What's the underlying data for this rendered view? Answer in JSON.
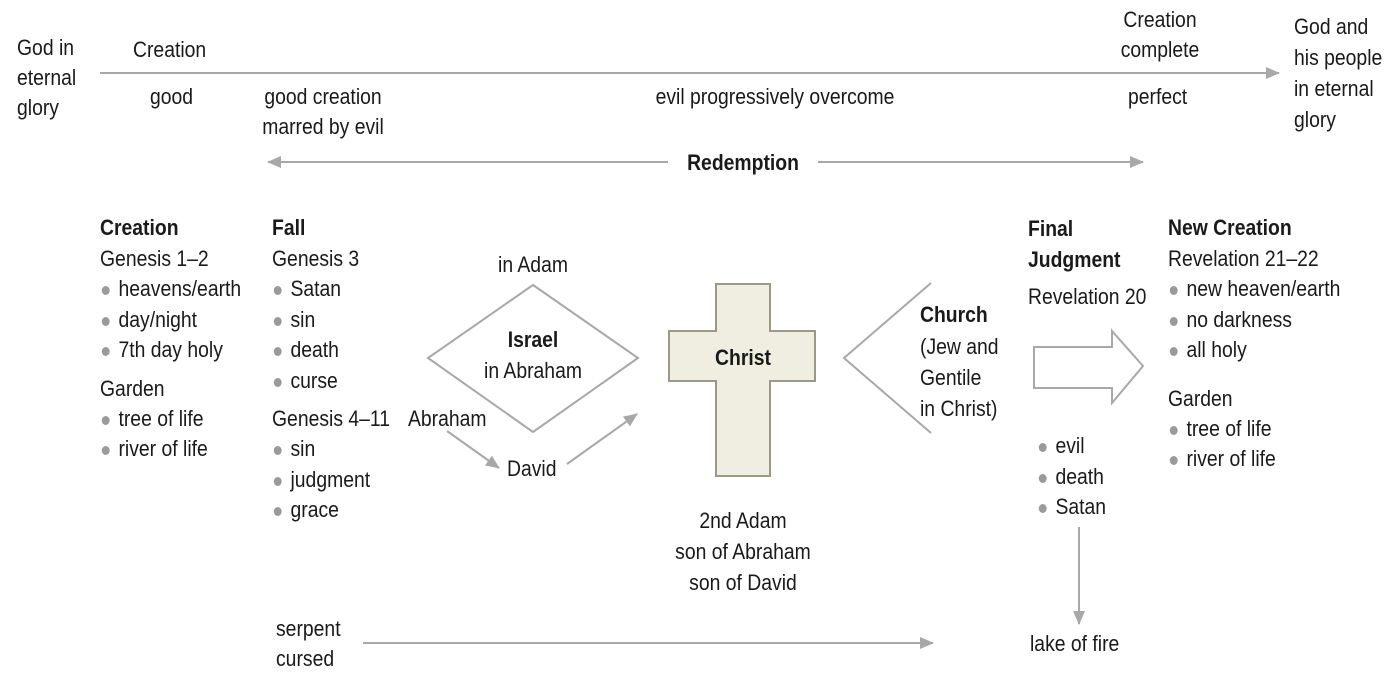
{
  "timeline": {
    "start": "God in\neternal\nglory",
    "creation": "Creation",
    "creation_complete": "Creation\ncomplete",
    "end": "God and\nhis people\nin eternal\nglory",
    "good": "good",
    "good_creation_marred": "good creation\nmarred by evil",
    "evil_overcome": "evil progressively overcome",
    "perfect": "perfect",
    "redemption": "Redemption"
  },
  "columns": {
    "creation": {
      "title": "Creation",
      "reference": "Genesis 1–2",
      "bullets": [
        "heavens/earth",
        "day/night",
        "7th day holy"
      ],
      "sub_title": "Garden",
      "sub_bullets": [
        "tree of life",
        "river of life"
      ]
    },
    "fall": {
      "title": "Fall",
      "reference": "Genesis 3",
      "bullets": [
        "Satan",
        "sin",
        "death",
        "curse"
      ],
      "sub_title": "Genesis 4–11",
      "sub_bullets": [
        "sin",
        "judgment",
        "grace"
      ]
    },
    "final_judgment": {
      "title": "Final\nJudgment",
      "reference": "Revelation 20",
      "bullets": [
        "evil",
        "death",
        "Satan"
      ],
      "outcome": "lake of fire"
    },
    "new_creation": {
      "title": "New Creation",
      "reference": "Revelation 21–22",
      "bullets": [
        "new heaven/earth",
        "no darkness",
        "all holy"
      ],
      "sub_title": "Garden",
      "sub_bullets": [
        "tree of life",
        "river of life"
      ]
    }
  },
  "israel": {
    "top_label": "in Adam",
    "title": "Israel",
    "subtitle": "in Abraham",
    "abraham": "Abraham",
    "david": "David"
  },
  "christ": {
    "label": "Christ",
    "caption": "2nd Adam\nson of Abraham\nson of David"
  },
  "church": {
    "title": "Church",
    "description": "(Jew and\nGentile\nin Christ)"
  },
  "serpent": "serpent\ncursed",
  "colors": {
    "arrow": "#a8a8a8",
    "bullet": "#9a9a9a",
    "cross_fill": "#efeee0",
    "cross_stroke": "#9a9a86",
    "text": "#1a1a1a"
  }
}
